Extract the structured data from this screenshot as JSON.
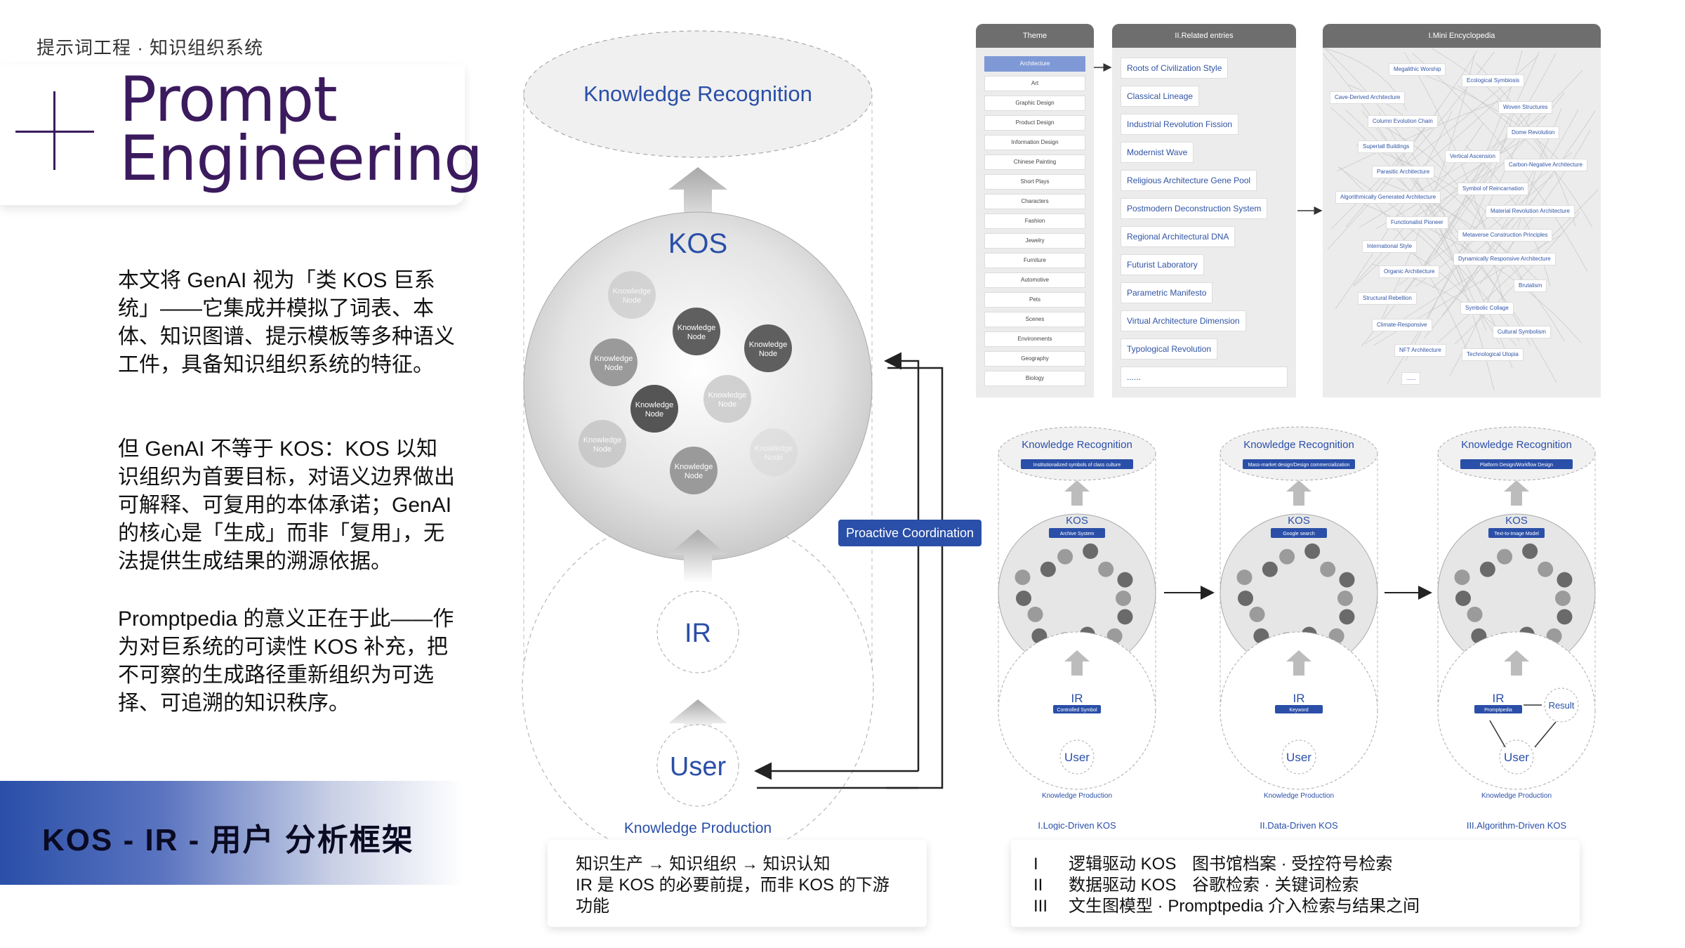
{
  "header": {
    "breadcrumb": "提示词工程 · 知识组织系统",
    "title_line1": "Prompt",
    "title_line2": "Engineering"
  },
  "paragraphs": {
    "p1": "本文将 GenAI 视为「类 KOS 巨系统」——它集成并模拟了词表、本体、知识图谱、提示模板等多种语义工件，具备知识组织系统的特征。",
    "p2": "但 GenAI 不等于 KOS：KOS 以知识组织为首要目标，对语义边界做出可解释、可复用的本体承诺；GenAI 的核心是「生成」而非「复用」，无法提供生成结果的溯源依据。",
    "p3": "Promptpedia 的意义正在于此——作为对巨系统的可读性 KOS 补充，把不可察的生成路径重新组织为可选择、可追溯的知识秩序。"
  },
  "framework_label": "KOS - IR - 用户 分析框架",
  "main_diagram": {
    "top_label": "Knowledge Recognition",
    "kos_label": "KOS",
    "ir_label": "IR",
    "user_label": "User",
    "bottom_label": "Knowledge Production",
    "proactive_label": "Proactive Coordination",
    "node_label": "Knowledge\nNode"
  },
  "note_left": {
    "line1": "知识生产 → 知识组织 → 知识认知",
    "line2": "IR 是 KOS 的必要前提，而非 KOS 的下游功能"
  },
  "note_right": [
    {
      "num": "I",
      "kind": "逻辑驱动 KOS",
      "desc": "图书馆档案 · 受控符号检索"
    },
    {
      "num": "II",
      "kind": "数据驱动 KOS",
      "desc": "谷歌检索 · 关键词检索"
    },
    {
      "num": "III",
      "kind": "",
      "desc": "文生图模型 · Promptpedia 介入检索与结果之间"
    }
  ],
  "panels": {
    "theme_header": "Theme",
    "related_header": "II.Related entries",
    "ency_header": "I.Mini Encyclopedia",
    "themes": [
      "Architecture",
      "Art",
      "Graphic Design",
      "Product Design",
      "Information Design",
      "Chinese Painting",
      "Short Plays",
      "Characters",
      "Fashion",
      "Jewelry",
      "Furniture",
      "Automotive",
      "Pets",
      "Scenes",
      "Environments",
      "Geography",
      "Biology"
    ],
    "related": [
      "Roots of Civilization Style",
      "Classical Lineage",
      "Industrial Revolution Fission",
      "Modernist Wave",
      "Religious Architecture Gene Pool",
      "Postmodern Deconstruction System",
      "Regional Architectural DNA",
      "Futurist Laboratory",
      "Parametric Manifesto",
      "Virtual Architecture Dimension",
      "Typological Revolution",
      "......"
    ],
    "encyclopedia": [
      "Megalithic Worship",
      "Ecological Symbiosis",
      "Cave-Derived Architecture",
      "Woven Structures",
      "Column Evolution Chain",
      "Dome Revolution",
      "Supertall Buildings",
      "Vertical Ascension",
      "Carbon-Negative Architecture",
      "Parasitic Architecture",
      "Symbol of Reincarnation",
      "Algorithmically Generated Architecture",
      "Material Revolution Architecture",
      "Functionalist Pioneer",
      "Metaverse Construction Principles",
      "International Style",
      "Dynamically Responsive Architecture",
      "Organic Architecture",
      "Brutalism",
      "Structural Rebellion",
      "Symbolic Collage",
      "Climate-Responsive",
      "Cultural Symbolism",
      "NFT Architecture",
      "Technological Utopia",
      "......"
    ]
  },
  "mini_diagrams": [
    {
      "top": "Knowledge Recognition",
      "tag": "Institutionalized symbols of class culture",
      "kos": "KOS",
      "kos_tag": "Archive System",
      "ir": "IR",
      "ir_tag": "Controlled Symbol",
      "user": "User",
      "bottom": "Knowledge Production",
      "caption": "I.Logic-Driven KOS"
    },
    {
      "top": "Knowledge Recognition",
      "tag": "Mass-market design/Design commercialization",
      "kos": "KOS",
      "kos_tag": "Google search",
      "ir": "IR",
      "ir_tag": "Keyword",
      "user": "User",
      "bottom": "Knowledge Production",
      "caption": "II.Data-Driven KOS"
    },
    {
      "top": "Knowledge Recognition",
      "tag": "Platform Design/Workflow Design",
      "kos": "KOS",
      "kos_tag": "Text-to-Image Model",
      "ir": "IR",
      "ir_tag": "Promptpedia",
      "user": "User",
      "bottom": "Knowledge Production",
      "caption": "III.Algorithm-Driven KOS",
      "result": "Result"
    }
  ],
  "colors": {
    "accent_purple": "#3b1a5e",
    "accent_blue": "#2a4fa8",
    "link_blue": "#3154a4"
  }
}
